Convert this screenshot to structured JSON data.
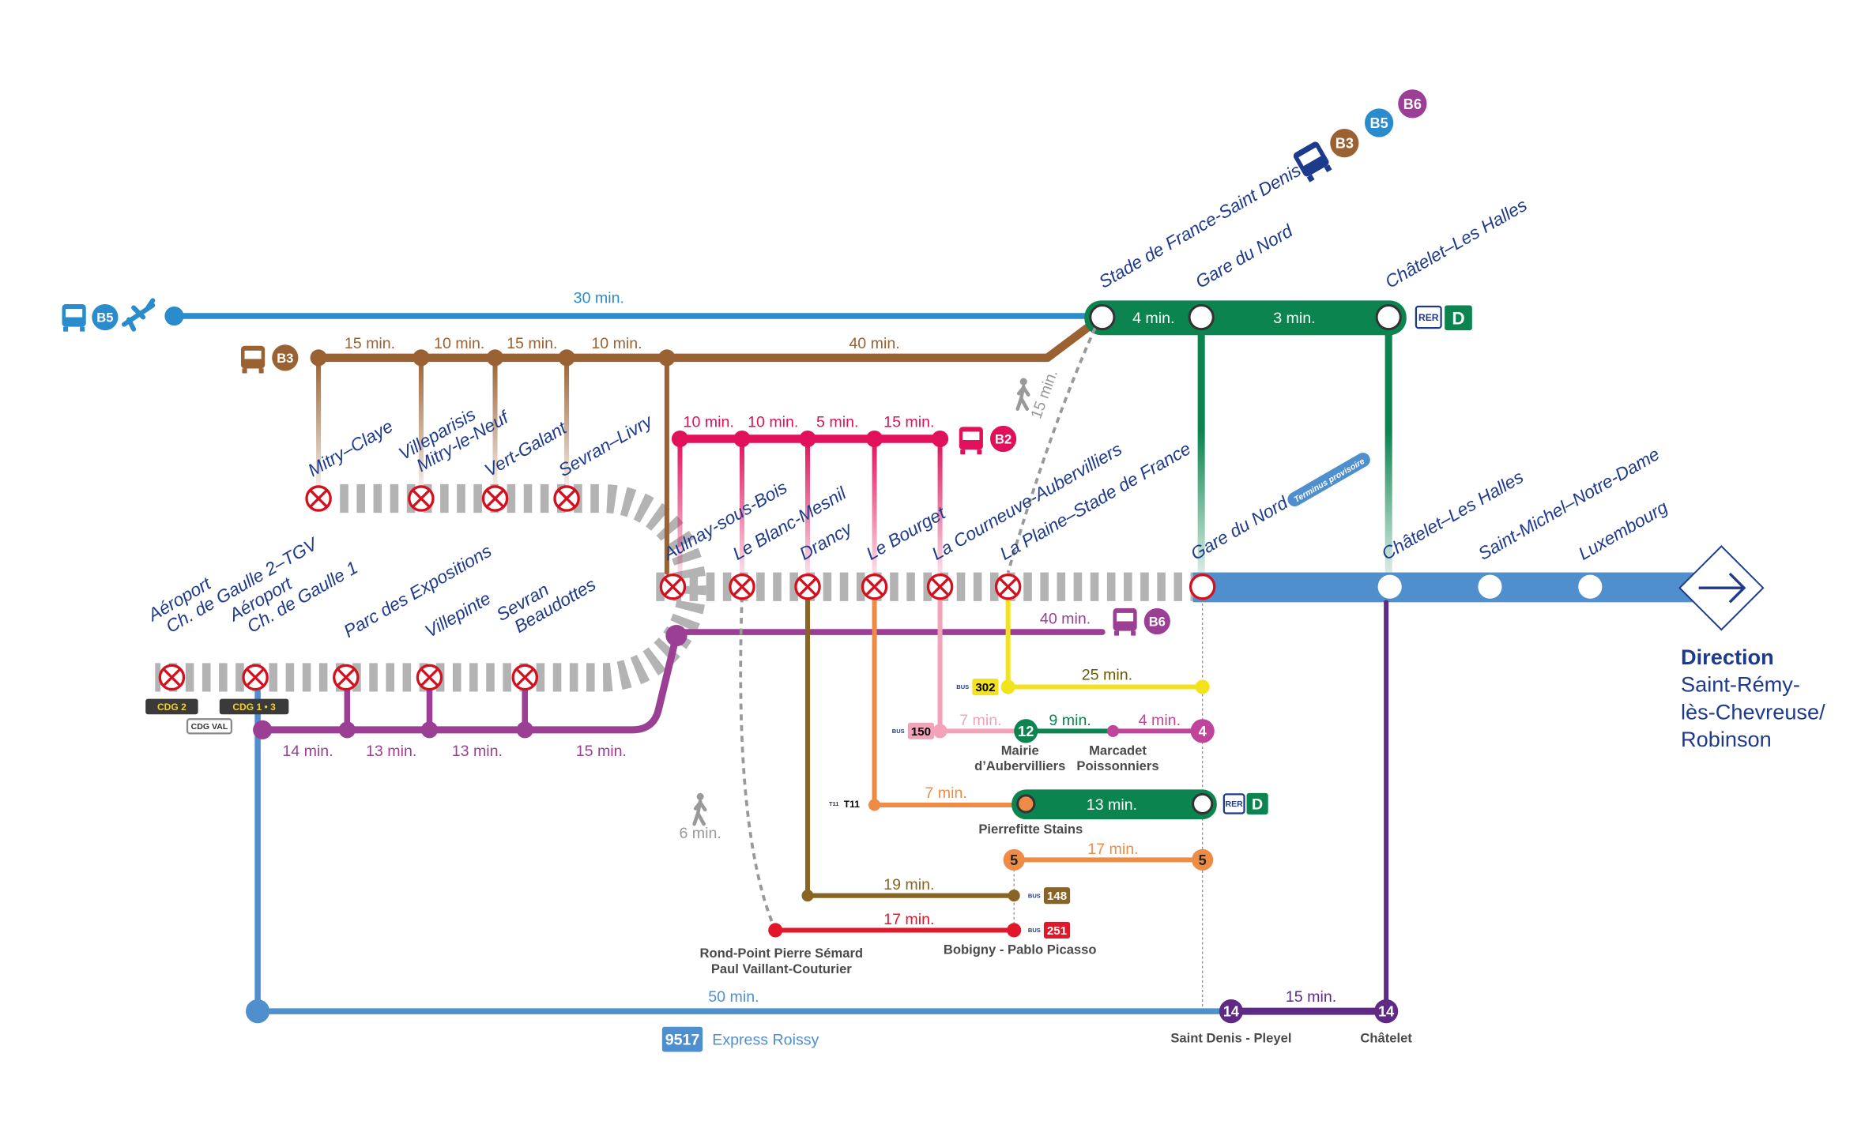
{
  "colors": {
    "b5": "#2a8ccc",
    "b3": "#9a6232",
    "b2": "#e0105a",
    "b6": "#9b3f95",
    "rer_d": "#0b8450",
    "rer_b": "#4f8fcd",
    "closed_station": "#d40f1e",
    "rail_works": "#b3b3b3",
    "bus302": "#f3e31b",
    "bus150": "#f2a3b8",
    "metro12": "#0b8450",
    "metro4": "#c0449a",
    "tram11": "#ee8c46",
    "tram5": "#ee8c46",
    "bus148": "#8a6424",
    "bus251": "#e3172a",
    "metro14": "#5e2a84",
    "express": "#4f8fcd",
    "station_text": "#1d3a8c"
  },
  "b5": {
    "label": "B5",
    "time": "30 min.",
    "icons": [
      "bus-icon",
      "plane-icon"
    ]
  },
  "b3": {
    "label": "B3",
    "times": [
      "15 min.",
      "10 min.",
      "15 min.",
      "10 min.",
      "40 min."
    ]
  },
  "b2": {
    "label": "B2",
    "times": [
      "10 min.",
      "10 min.",
      "5 min.",
      "15 min."
    ]
  },
  "b6": {
    "label": "B6",
    "time": "40 min.",
    "times": [
      "14 min.",
      "13 min.",
      "13 min.",
      "15 min."
    ]
  },
  "rer_d": {
    "badge": "RER",
    "letter": "D",
    "times": [
      "4 min.",
      "3 min."
    ],
    "stations": [
      "Stade de France-Saint Denis",
      "Gare du Nord",
      "Châtelet–Les Halles"
    ],
    "hub_badges": [
      "B3",
      "B5",
      "B6"
    ]
  },
  "rer_b": {
    "upper_stations": [
      "Mitry–Claye",
      "Villeparisis\nMitry-le-Neuf",
      "Vert-Galant",
      "Sevran–Livry"
    ],
    "middle_stations": [
      "Aulnay-sous-Bois",
      "Le Blanc-Mesnil",
      "Drancy",
      "Le Bourget",
      "La Courneuve-Aubervilliers",
      "La Plaine–Stade de France"
    ],
    "lower_stations": [
      "Aéroport\nCh. de Gaulle 2–TGV",
      "Aéroport\nCh. de Gaulle 1",
      "Parc des Expositions",
      "Villepinte",
      "Sevran\nBeaudottes"
    ],
    "central_stations": [
      "Gare du Nord",
      "Châtelet–Les Halles",
      "Saint-Michel–Notre-Dame",
      "Luxembourg"
    ],
    "terminus_badge": "Terminus provisoire",
    "direction": {
      "heading": "Direction",
      "lines": [
        "Saint-Rémy-",
        "lès-Chevreuse/",
        "Robinson"
      ]
    }
  },
  "airport": {
    "badges": [
      "CDG 2",
      "CDG 1 • 3"
    ],
    "val": "CDG VAL"
  },
  "walks": {
    "to_stade": "15 min.",
    "to_rond_point": "6 min."
  },
  "bus302": {
    "badge": "BUS",
    "number": "302",
    "time": "25 min."
  },
  "bus150": {
    "badge": "BUS",
    "number": "150",
    "time": "7 min."
  },
  "metro12_4": {
    "m12": "12",
    "m4": "4",
    "time_12": "9 min.",
    "time_4": "4 min.",
    "stop1": [
      "Mairie",
      "d’Aubervilliers"
    ],
    "stop2": [
      "Marcadet",
      "Poissonniers"
    ]
  },
  "tram11": {
    "badge": "T11",
    "time": "7 min.",
    "stop": "Pierrefitte Stains",
    "rer_time": "13 min.",
    "rer_badge": "RER",
    "rer_letter": "D"
  },
  "tram5": {
    "label": "5",
    "time": "17 min."
  },
  "bus148": {
    "badge": "BUS",
    "number": "148",
    "time": "19 min."
  },
  "bus251": {
    "badge": "BUS",
    "number": "251",
    "time": "17 min.",
    "stop": "Bobigny - Pablo Picasso",
    "origin": [
      "Rond-Point Pierre Sémard",
      "Paul Vaillant-Couturier"
    ]
  },
  "express": {
    "number": "9517",
    "name": "Express Roissy",
    "time": "50 min."
  },
  "metro14": {
    "label": "14",
    "time": "15 min.",
    "stops": [
      "Saint Denis - Pleyel",
      "Châtelet"
    ]
  }
}
